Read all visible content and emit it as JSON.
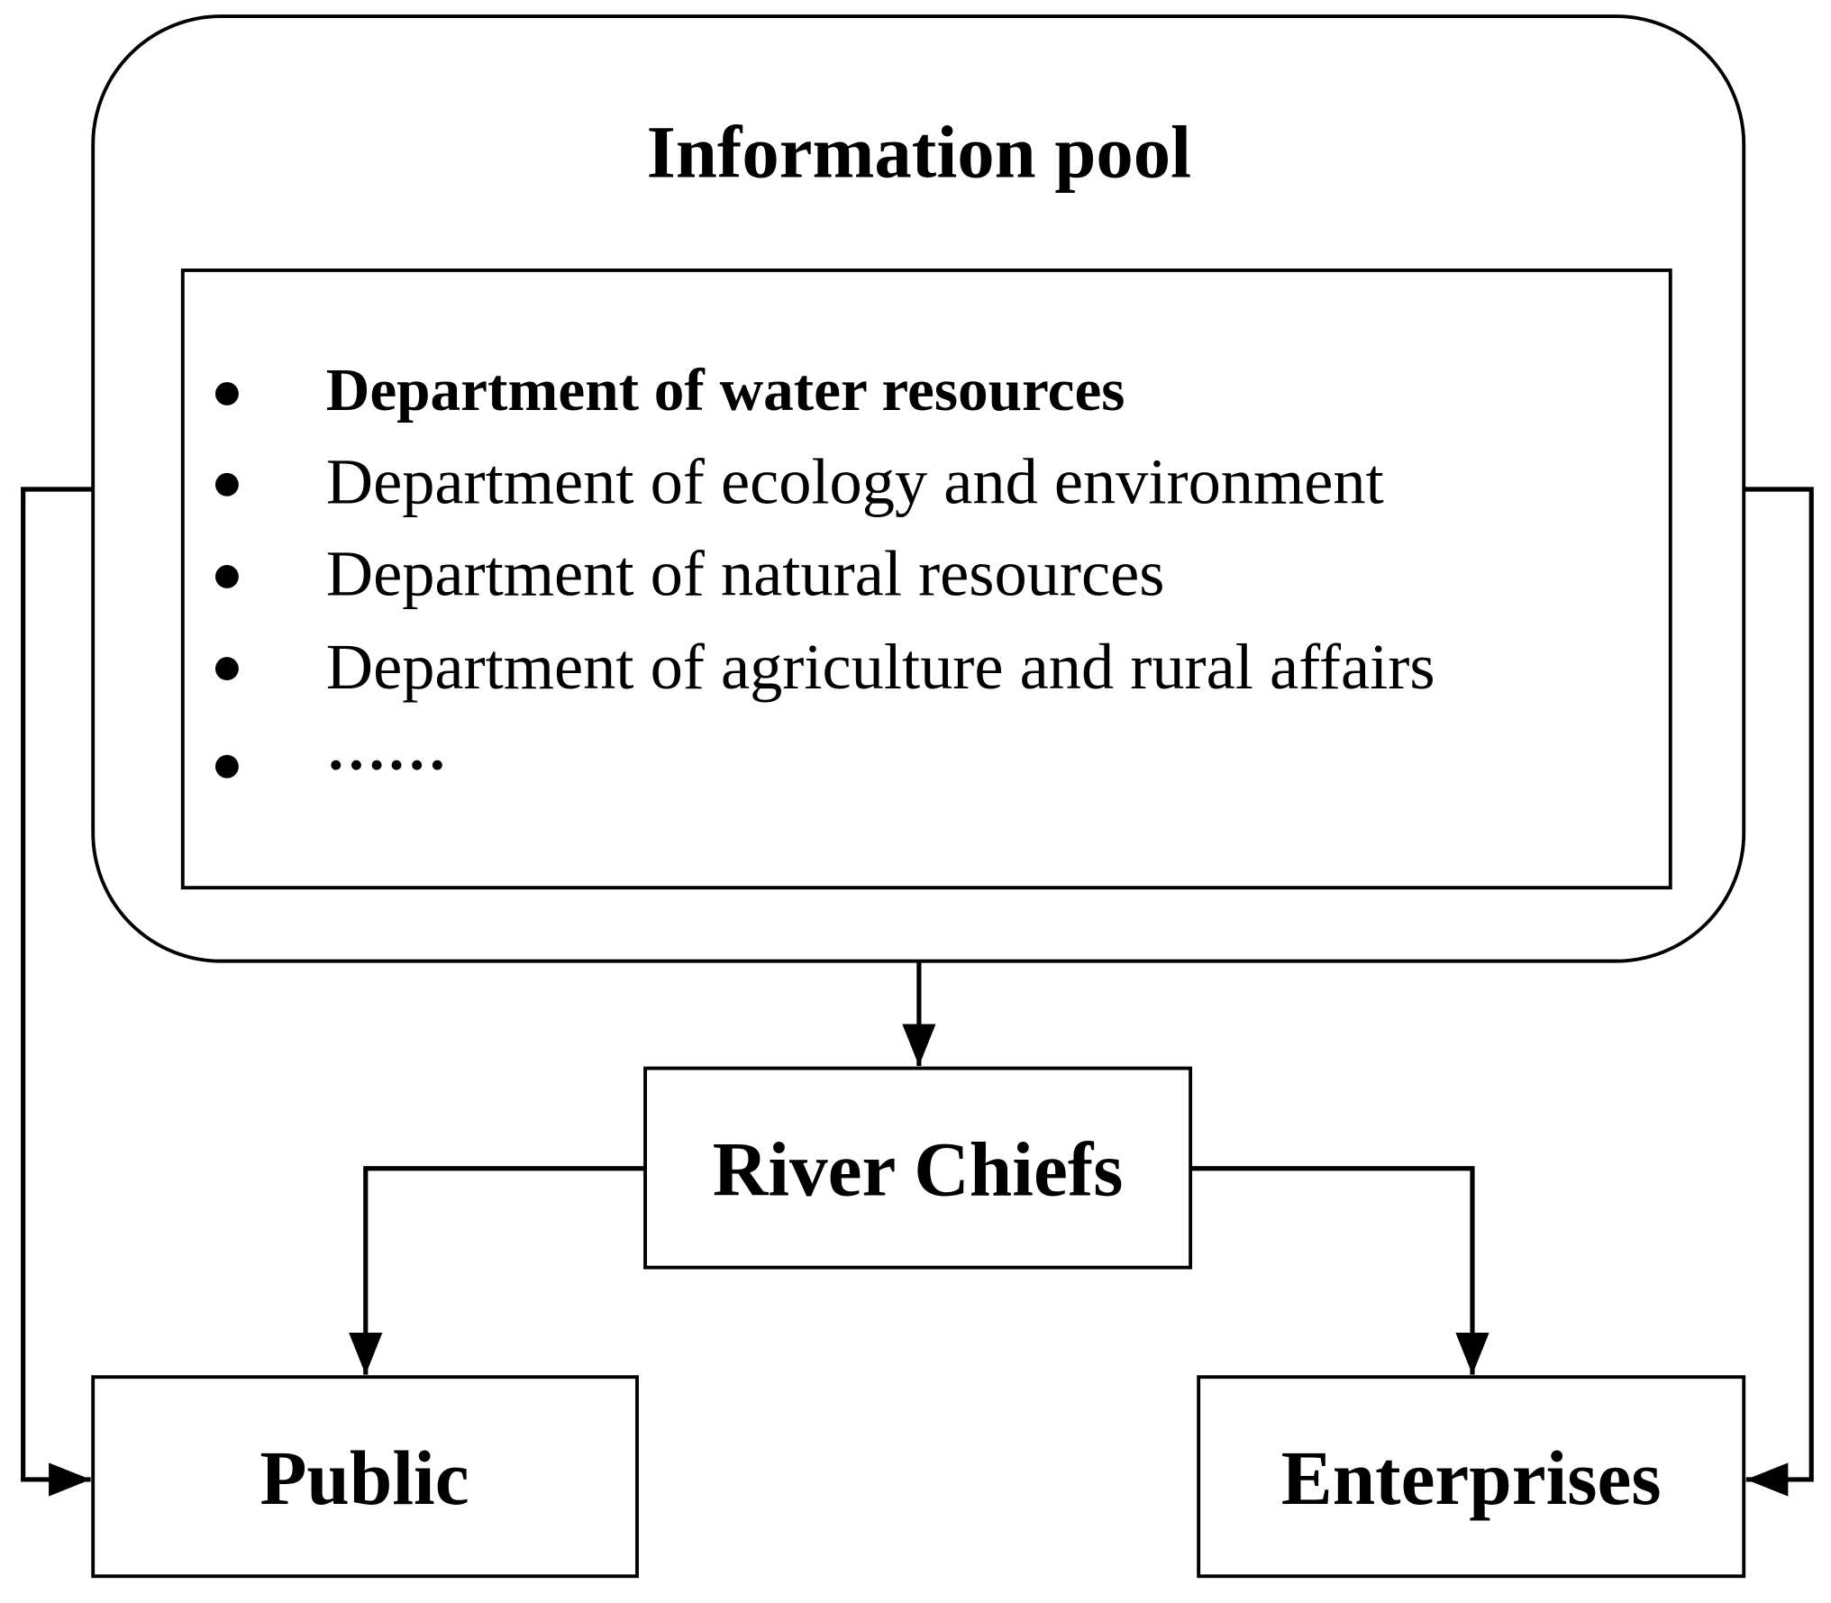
{
  "pool": {
    "title": "Information pool",
    "items": [
      "Department of water resources",
      "Department of ecology and environment",
      "Department of natural resources",
      "Department of agriculture and rural affairs",
      "……"
    ]
  },
  "nodes": {
    "river_chiefs": "River Chiefs",
    "public": "Public",
    "enterprises": "Enterprises"
  }
}
